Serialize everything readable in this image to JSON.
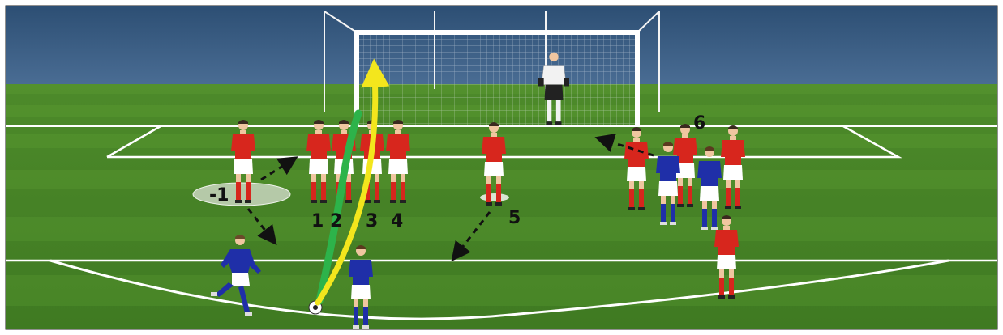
{
  "colors": {
    "sky": "#3f6187",
    "sky_top": "#2f5378",
    "grass": "#4f8f2a",
    "grass_light": "#5ea433",
    "line": "#ffffff",
    "attacker_shirt": "#1f2fa8",
    "defender_shirt": "#d7261d",
    "defender_shorts": "#ffffff",
    "keeper_shirt": "#f2f2f2",
    "green_path": "#2db34a",
    "yellow_path": "#f3e61d",
    "arrow": "#111111",
    "zone": "#c9d6c0"
  },
  "labels": {
    "zone": "-1",
    "wall_1": "1",
    "wall_2": "2",
    "wall_3": "3",
    "wall_4": "4",
    "marker_5": "5",
    "marker_6": "6"
  }
}
